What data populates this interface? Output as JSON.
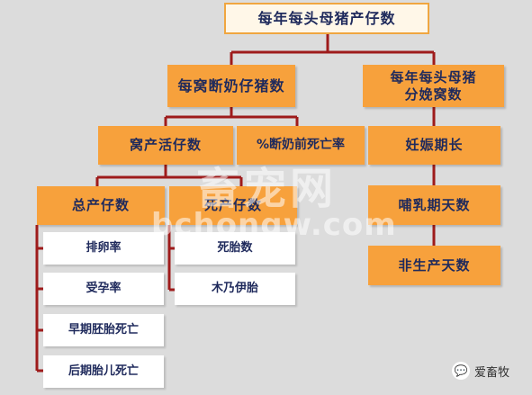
{
  "nodes": {
    "top": "每年每头母猪产仔数",
    "weaned_per_litter": "每窝断奶仔猪数",
    "litters_per_year": "每年每头母猪\n分娩窝数",
    "born_alive": "窝产活仔数",
    "preweaning_mortality": "%断奶前死亡率",
    "gestation": "妊娠期长",
    "total_born": "总产仔数",
    "stillborn_count": "死产仔数",
    "lactation_days": "哺乳期天数",
    "non_productive_days": "非生产天数",
    "ovulation_rate": "排卵率",
    "stillbirth": "死胎数",
    "conception_rate": "受孕率",
    "mummy": "木乃伊胎",
    "early_embryo_death": "早期胚胎死亡",
    "late_fetal_death": "后期胎儿死亡"
  },
  "watermark": {
    "main": "畜宠网",
    "sub": "bchongw.com"
  },
  "brand": {
    "icon": "💬",
    "name": "爱畜牧"
  },
  "colors": {
    "connector": "#9e1b1b",
    "box": "#f7a13c",
    "text": "#1f2a5c"
  }
}
